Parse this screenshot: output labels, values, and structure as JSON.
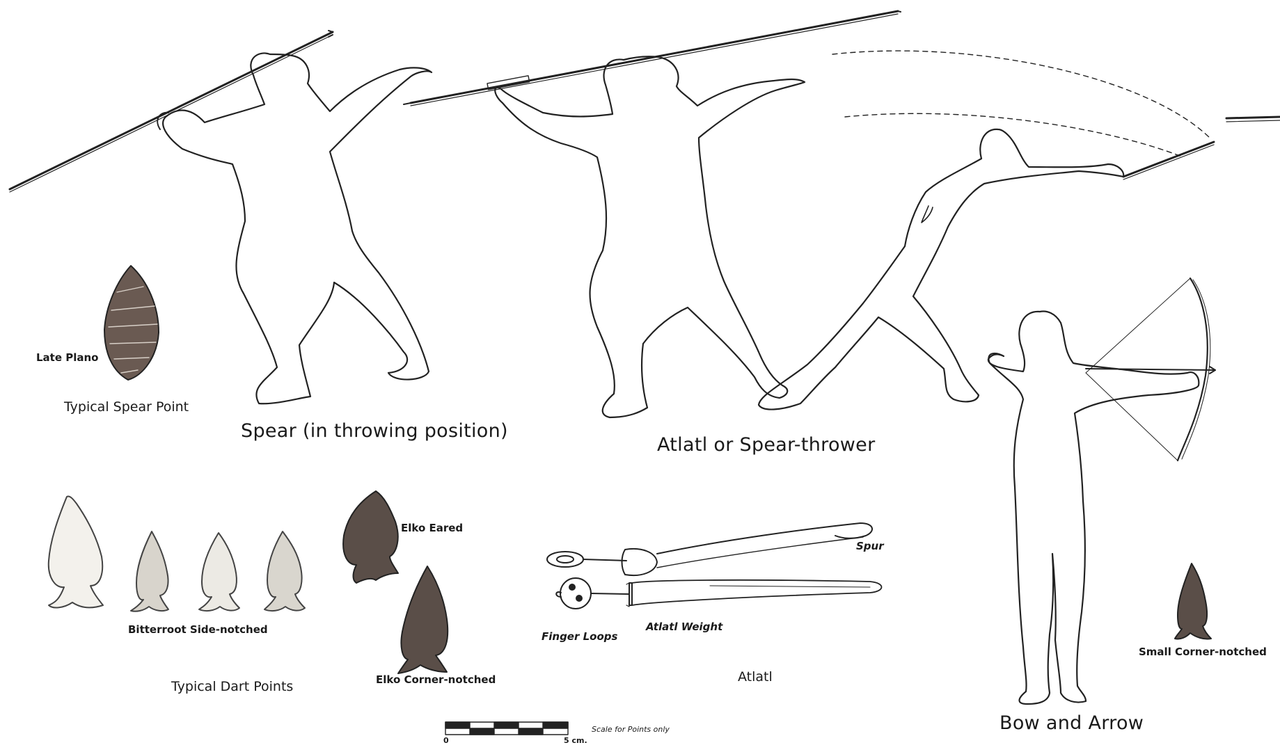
{
  "labels": {
    "late_plano": "Late Plano",
    "typical_spear_point": "Typical Spear Point",
    "spear_caption": "Spear (in throwing position)",
    "atlatl_caption": "Atlatl or Spear-thrower",
    "bow_caption": "Bow and Arrow",
    "elko_eared": "Elko Eared",
    "bitterroot": "Bitterroot Side-notched",
    "typical_dart_points": "Typical Dart Points",
    "elko_corner": "Elko Corner-notched",
    "spur": "Spur",
    "finger_loops": "Finger Loops",
    "atlatl_weight": "Atlatl Weight",
    "atlatl": "Atlatl",
    "small_corner": "Small Corner-notched",
    "scale_note": "Scale for Points only",
    "scale_zero": "0",
    "scale_five": "5 cm."
  }
}
